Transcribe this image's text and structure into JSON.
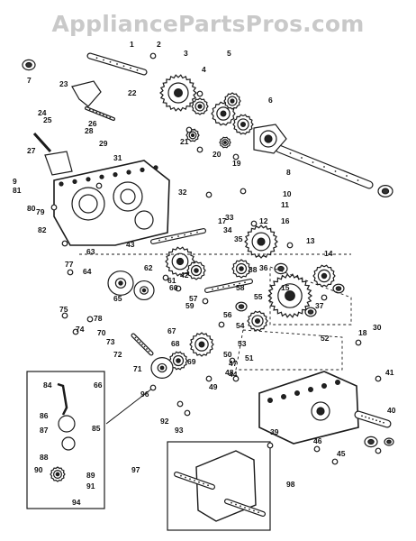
{
  "watermark": "AppliancePartsPros.com",
  "callouts": [
    "1",
    "2",
    "3",
    "4",
    "5",
    "6",
    "7",
    "8",
    "9",
    "10",
    "11",
    "12",
    "13",
    "14",
    "15",
    "16",
    "17",
    "18",
    "19",
    "20",
    "21",
    "22",
    "23",
    "24",
    "25",
    "26",
    "27",
    "28",
    "29",
    "30",
    "31",
    "32",
    "33",
    "34",
    "35",
    "36",
    "37",
    "38",
    "39",
    "40",
    "41",
    "42",
    "43",
    "44",
    "45",
    "46",
    "47",
    "48",
    "49",
    "50",
    "51",
    "52",
    "53",
    "54",
    "55",
    "56",
    "57",
    "58",
    "59",
    "60",
    "61",
    "62",
    "63",
    "64",
    "65",
    "66",
    "67",
    "68",
    "69",
    "70",
    "71",
    "72",
    "73",
    "74",
    "75",
    "77",
    "78",
    "79",
    "80",
    "81",
    "82",
    "84",
    "85",
    "86",
    "87",
    "88",
    "89",
    "90",
    "91",
    "92",
    "93",
    "94",
    "96",
    "97",
    "98"
  ]
}
